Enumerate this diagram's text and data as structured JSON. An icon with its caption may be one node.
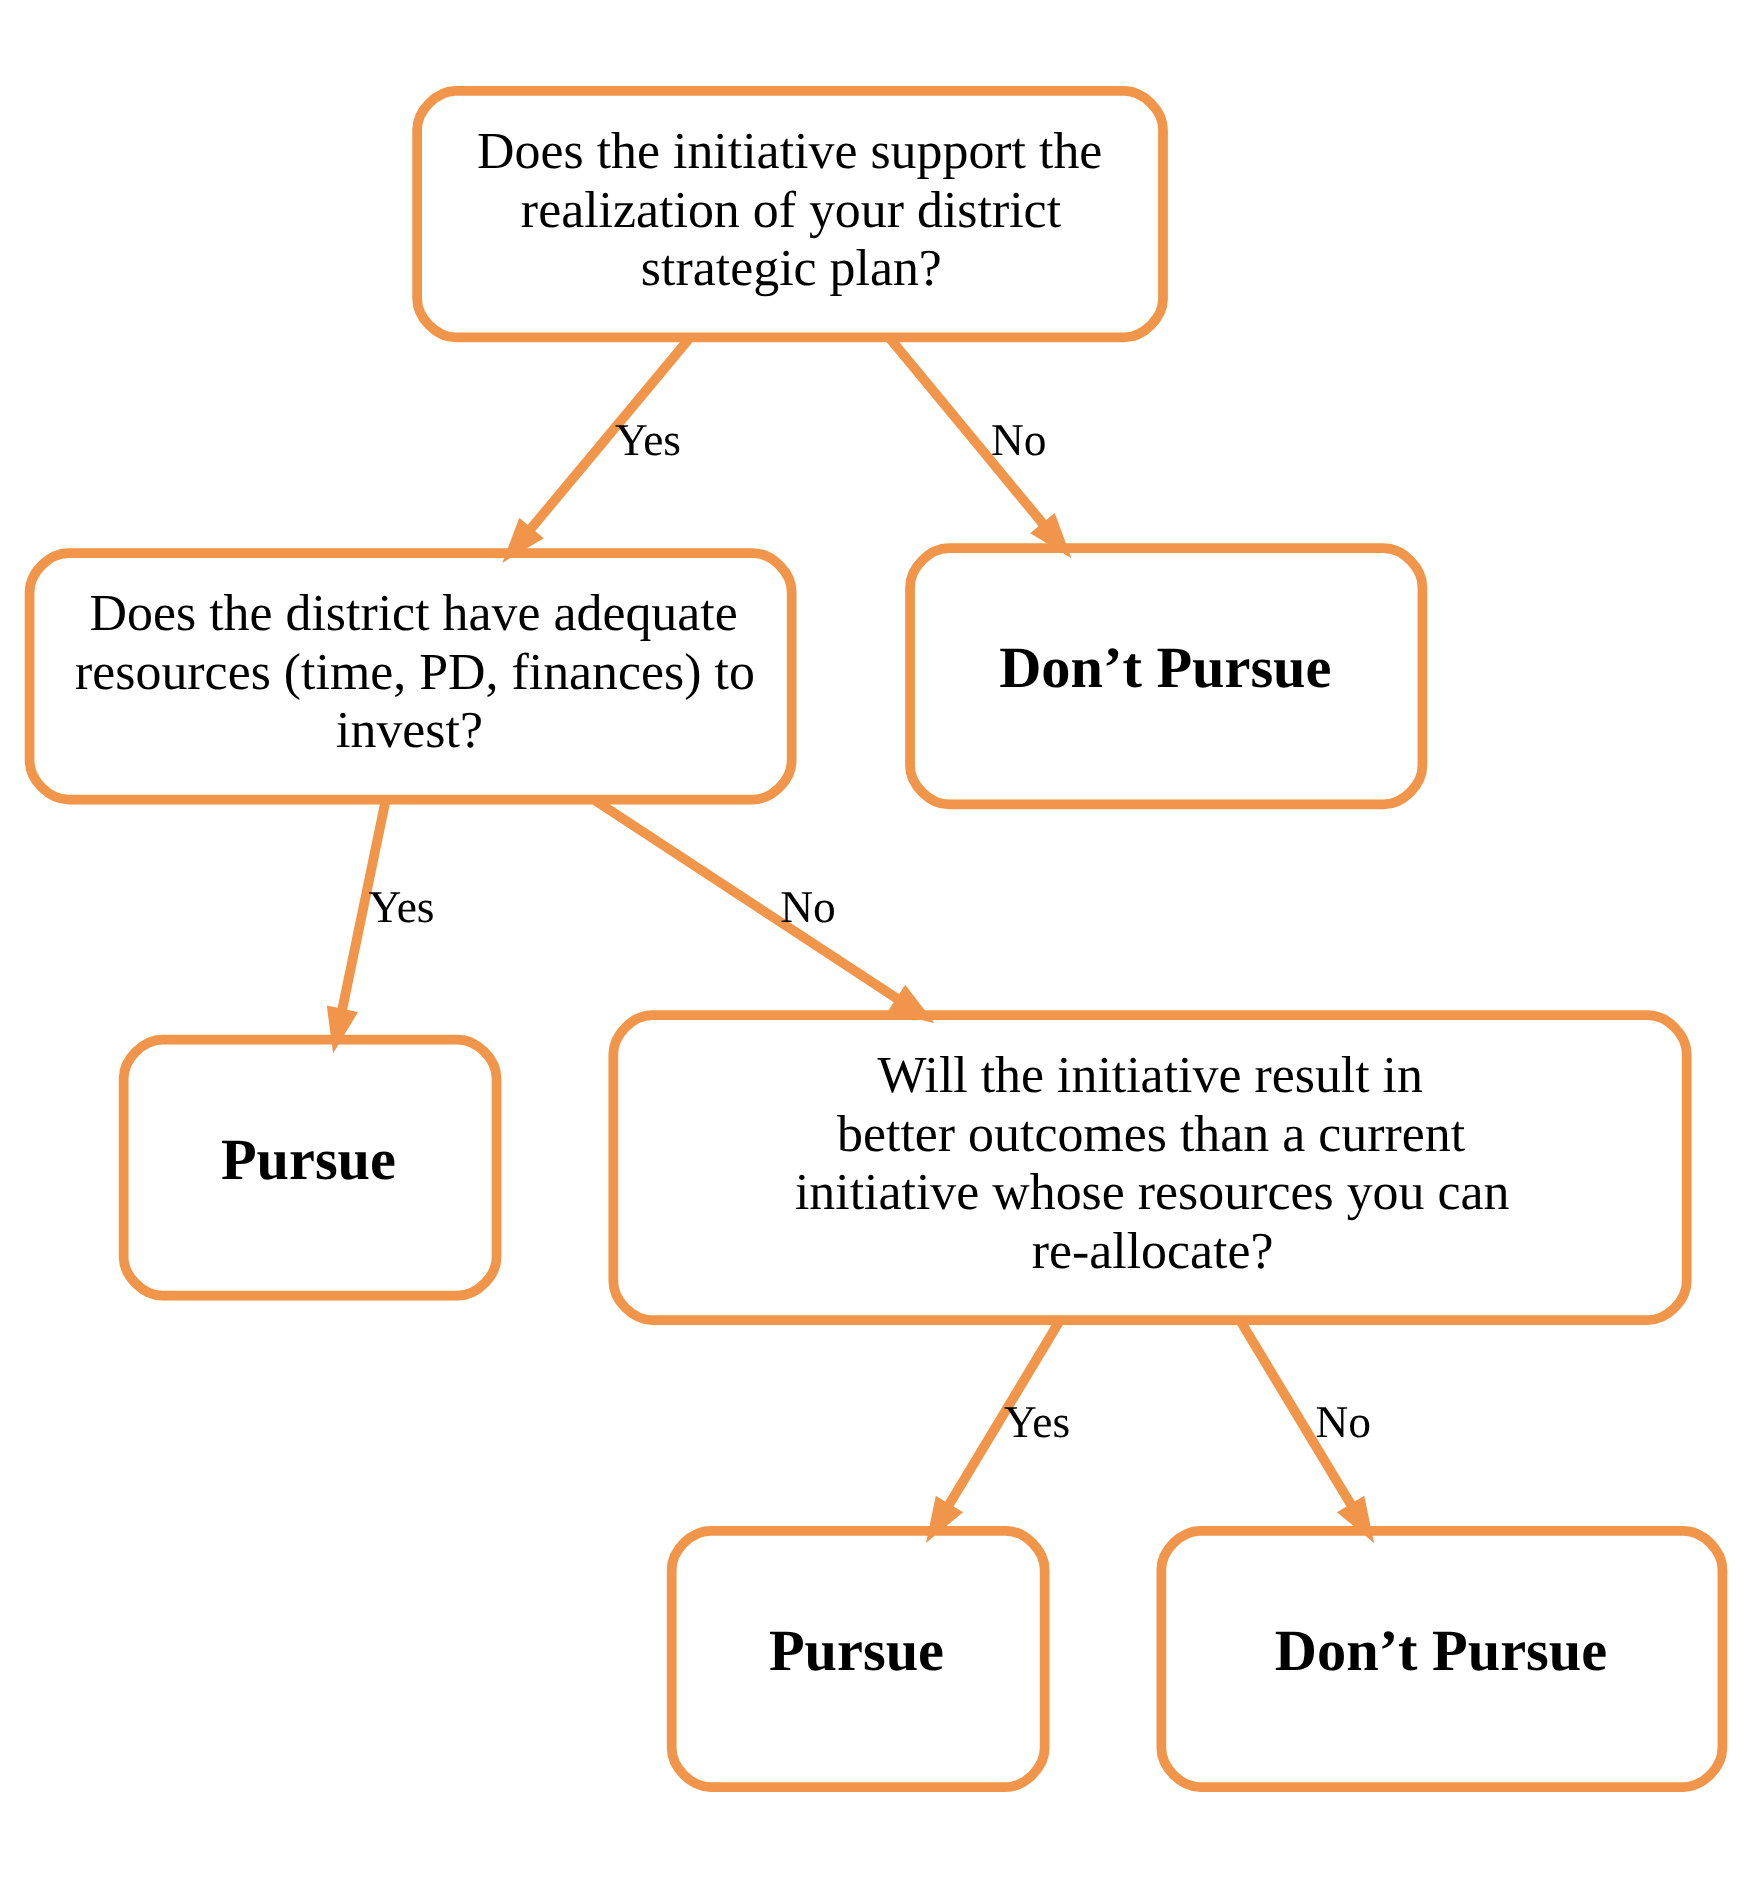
{
  "diagram": {
    "nodes": [
      {
        "text": [
          "Does the initiative support the realization of your district strategic plan?"
        ]
      },
      {
        "text": [
          "Does the district have adequate resources (time, PD, finances) to invest?"
        ]
      },
      {
        "text": [
          "Don’t Pursue"
        ]
      },
      {
        "text": [
          "Pursue"
        ]
      },
      {
        "text": [
          "Will the initiative result in better outcomes than a current initiative whose resources you can re-allocate?"
        ]
      },
      {
        "text": [
          "Pursue"
        ]
      },
      {
        "text": [
          "Don’t Pursue"
        ]
      }
    ],
    "edges": [
      {
        "from": 0,
        "to": 1,
        "arrow": "to",
        "label": "Yes"
      },
      {
        "from": 0,
        "to": 2,
        "arrow": "to",
        "label": "No"
      },
      {
        "from": 1,
        "to": 3,
        "arrow": "to",
        "label": "Yes"
      },
      {
        "from": 1,
        "to": 4,
        "arrow": "to",
        "label": "No"
      },
      {
        "from": 4,
        "to": 5,
        "arrow": "to",
        "label": "Yes"
      },
      {
        "from": 4,
        "to": 6,
        "arrow": "to",
        "label": "No"
      }
    ]
  }
}
